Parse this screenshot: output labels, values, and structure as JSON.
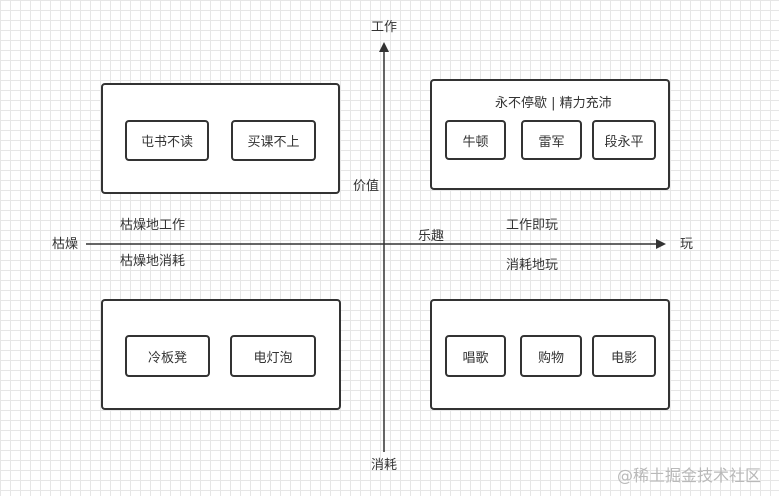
{
  "axes": {
    "top": "工作",
    "bottom": "消耗",
    "left": "枯燥",
    "right": "玩",
    "value_label": "价值",
    "fun_label": "乐趣"
  },
  "quadrant_labels": {
    "left_upper": "枯燥地工作",
    "left_lower": "枯燥地消耗",
    "right_upper": "工作即玩",
    "right_lower": "消耗地玩"
  },
  "panels": {
    "top_left": {
      "items": [
        "屯书不读",
        "买课不上"
      ]
    },
    "top_right": {
      "title": "永不停歇 | 精力充沛",
      "items": [
        "牛顿",
        "雷军",
        "段永平"
      ]
    },
    "bottom_left": {
      "items": [
        "冷板凳",
        "电灯泡"
      ]
    },
    "bottom_right": {
      "items": [
        "唱歌",
        "购物",
        "电影"
      ]
    }
  },
  "watermark": "@稀土掘金技术社区",
  "colors": {
    "line": "#333333",
    "grid": "#e6e6e6",
    "watermark": "#b9b9b9"
  }
}
